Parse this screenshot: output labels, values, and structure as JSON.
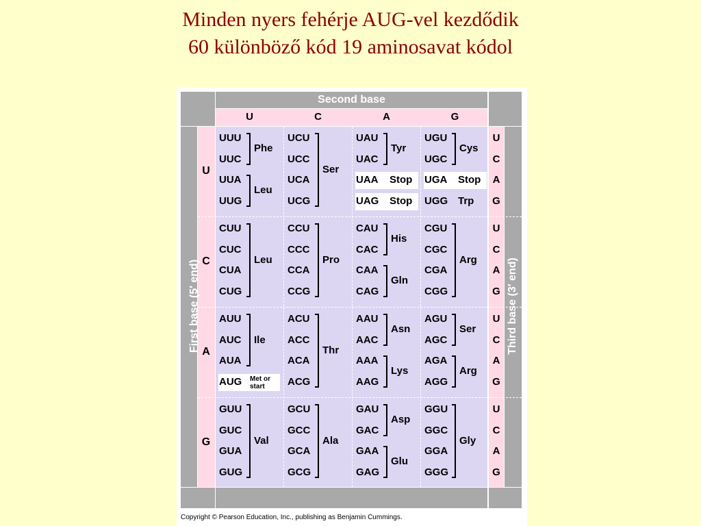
{
  "title_line1": "Minden nyers fehérje AUG-vel kezdődik",
  "title_line2": "60 különböző kód 19 aminosavat kódol",
  "second_base_label": "Second base",
  "first_base_label": "First base  (5′ end)",
  "third_base_label": "Third base  (3′ end)",
  "second_bases": [
    "U",
    "C",
    "A",
    "G"
  ],
  "first_bases": [
    "U",
    "C",
    "A",
    "G"
  ],
  "third_bases": [
    "U",
    "C",
    "A",
    "G"
  ],
  "rows": [
    {
      "cols": [
        {
          "codons": [
            "UUU",
            "UUC",
            "UUA",
            "UUG"
          ],
          "aa": [
            "Phe",
            "Leu"
          ]
        },
        {
          "codons": [
            "UCU",
            "UCC",
            "UCA",
            "UCG"
          ],
          "aa": [
            "Ser"
          ]
        },
        {
          "codons": [
            "UAU",
            "UAC",
            "UAA",
            "UAG"
          ],
          "aa": [
            "Tyr",
            "Stop",
            "Stop"
          ]
        },
        {
          "codons": [
            "UGU",
            "UGC",
            "UGA",
            "UGG"
          ],
          "aa": [
            "Cys",
            "Stop",
            "Trp"
          ]
        }
      ]
    },
    {
      "cols": [
        {
          "codons": [
            "CUU",
            "CUC",
            "CUA",
            "CUG"
          ],
          "aa": [
            "Leu"
          ]
        },
        {
          "codons": [
            "CCU",
            "CCC",
            "CCA",
            "CCG"
          ],
          "aa": [
            "Pro"
          ]
        },
        {
          "codons": [
            "CAU",
            "CAC",
            "CAA",
            "CAG"
          ],
          "aa": [
            "His",
            "Gln"
          ]
        },
        {
          "codons": [
            "CGU",
            "CGC",
            "CGA",
            "CGG"
          ],
          "aa": [
            "Arg"
          ]
        }
      ]
    },
    {
      "cols": [
        {
          "codons": [
            "AUU",
            "AUC",
            "AUA",
            "AUG"
          ],
          "aa": [
            "Ile",
            "Met or",
            "start"
          ]
        },
        {
          "codons": [
            "ACU",
            "ACC",
            "ACA",
            "ACG"
          ],
          "aa": [
            "Thr"
          ]
        },
        {
          "codons": [
            "AAU",
            "AAC",
            "AAA",
            "AAG"
          ],
          "aa": [
            "Asn",
            "Lys"
          ]
        },
        {
          "codons": [
            "AGU",
            "AGC",
            "AGA",
            "AGG"
          ],
          "aa": [
            "Ser",
            "Arg"
          ]
        }
      ]
    },
    {
      "cols": [
        {
          "codons": [
            "GUU",
            "GUC",
            "GUA",
            "GUG"
          ],
          "aa": [
            "Val"
          ]
        },
        {
          "codons": [
            "GCU",
            "GCC",
            "GCA",
            "GCG"
          ],
          "aa": [
            "Ala"
          ]
        },
        {
          "codons": [
            "GAU",
            "GAC",
            "GAA",
            "GAG"
          ],
          "aa": [
            "Asp",
            "Glu"
          ]
        },
        {
          "codons": [
            "GGU",
            "GGC",
            "GGA",
            "GGG"
          ],
          "aa": [
            "Gly"
          ]
        }
      ]
    }
  ],
  "copyright": "Copyright © Pearson Education, Inc., publishing as Benjamin Cummings."
}
